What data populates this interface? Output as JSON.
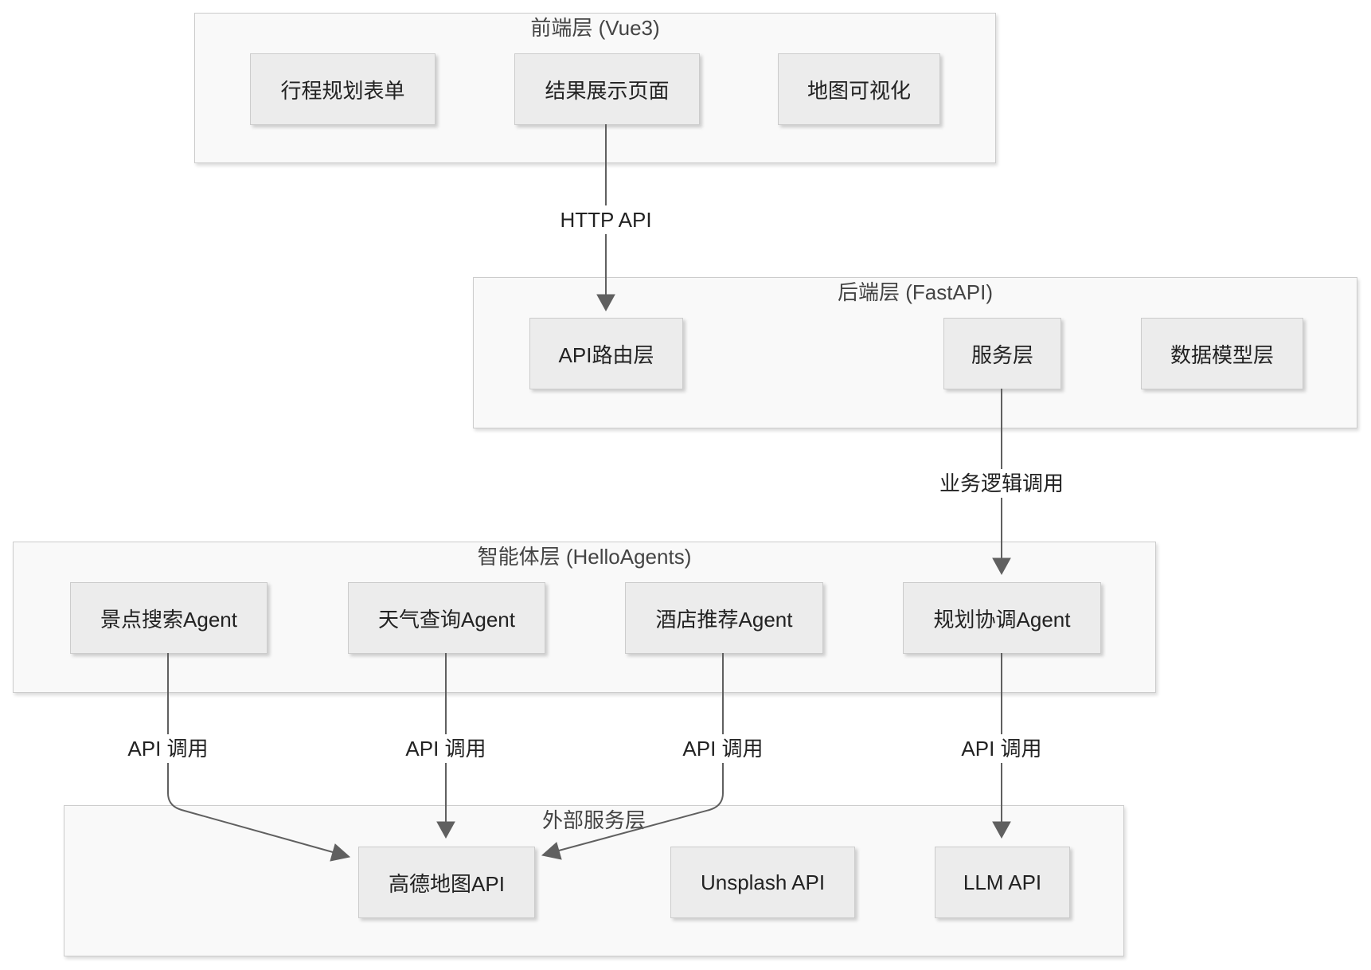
{
  "diagram": {
    "groups": [
      {
        "title": "前端层 (Vue3)",
        "nodes": [
          "行程规划表单",
          "结果展示页面",
          "地图可视化"
        ]
      },
      {
        "title": "后端层 (FastAPI)",
        "nodes": [
          "API路由层",
          "服务层",
          "数据模型层"
        ]
      },
      {
        "title": "智能体层 (HelloAgents)",
        "nodes": [
          "景点搜索Agent",
          "天气查询Agent",
          "酒店推荐Agent",
          "规划协调Agent"
        ]
      },
      {
        "title": "外部服务层",
        "nodes": [
          "高德地图API",
          "Unsplash API",
          "LLM API"
        ]
      }
    ],
    "edges": [
      {
        "label": "HTTP API",
        "from": [
          0,
          1
        ],
        "to": [
          1,
          0
        ]
      },
      {
        "label": "业务逻辑调用",
        "from": [
          1,
          1
        ],
        "to": [
          2,
          3
        ]
      },
      {
        "label": "API 调用",
        "from": [
          2,
          0
        ],
        "to": [
          3,
          0
        ]
      },
      {
        "label": "API 调用",
        "from": [
          2,
          1
        ],
        "to": [
          3,
          0
        ]
      },
      {
        "label": "API 调用",
        "from": [
          2,
          2
        ],
        "to": [
          3,
          0
        ]
      },
      {
        "label": "API 调用",
        "from": [
          2,
          3
        ],
        "to": [
          3,
          2
        ]
      }
    ]
  },
  "colors": {
    "background": "#ffffff",
    "group_fill": "#f9f9f9",
    "group_border": "#cccccc",
    "group_title": "#444444",
    "node_fill": "#ececec",
    "node_border": "#cccccc",
    "text": "#222222",
    "edge": "#606060"
  }
}
